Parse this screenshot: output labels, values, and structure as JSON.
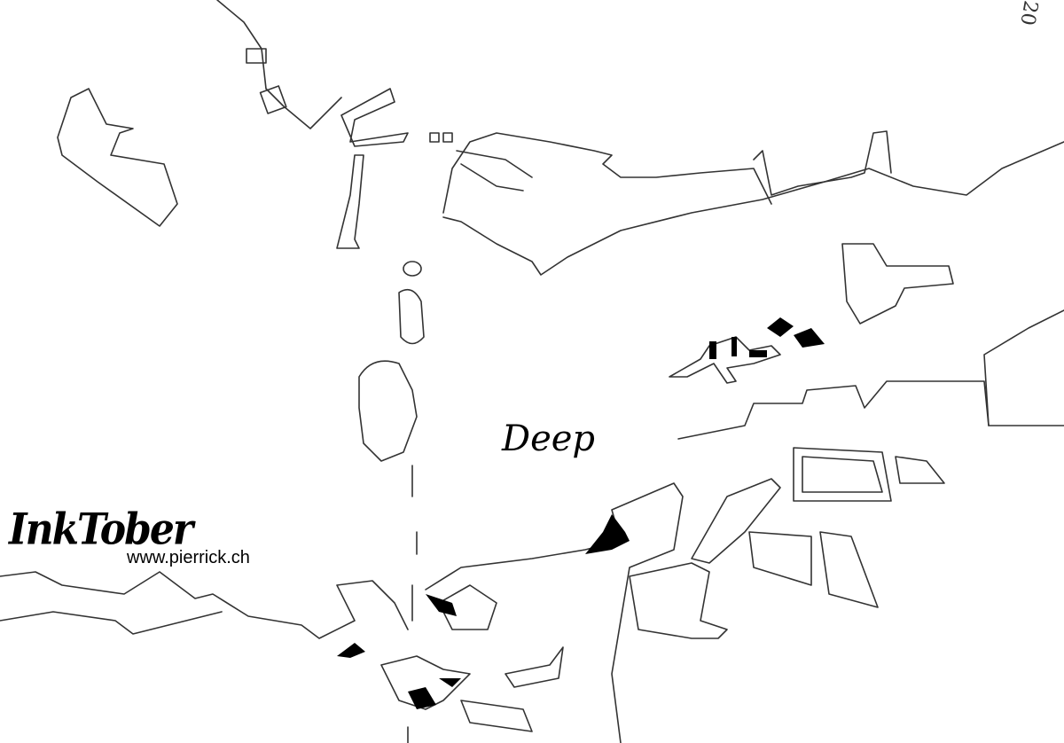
{
  "drawing": {
    "title": "Deep",
    "page_number": "20",
    "logo_text": "InkTober",
    "url": "www.pierrick.ch"
  }
}
